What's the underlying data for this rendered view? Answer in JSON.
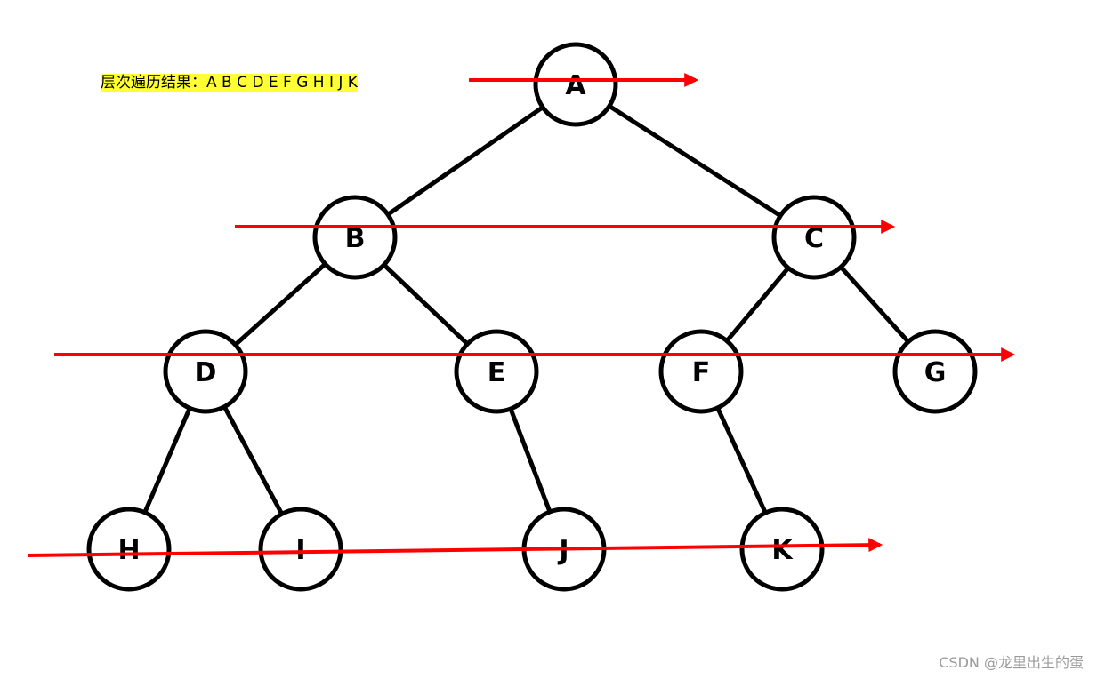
{
  "caption": {
    "label": "层次遍历结果：",
    "sequence": "A B C D E F G H I J K",
    "highlight_color": "#ffff33"
  },
  "tree": {
    "nodes": [
      {
        "id": "A",
        "label": "A"
      },
      {
        "id": "B",
        "label": "B"
      },
      {
        "id": "C",
        "label": "C"
      },
      {
        "id": "D",
        "label": "D"
      },
      {
        "id": "E",
        "label": "E"
      },
      {
        "id": "F",
        "label": "F"
      },
      {
        "id": "G",
        "label": "G"
      },
      {
        "id": "H",
        "label": "H"
      },
      {
        "id": "I",
        "label": "I"
      },
      {
        "id": "J",
        "label": "J"
      },
      {
        "id": "K",
        "label": "K"
      }
    ],
    "edges": [
      [
        "A",
        "B"
      ],
      [
        "A",
        "C"
      ],
      [
        "B",
        "D"
      ],
      [
        "B",
        "E"
      ],
      [
        "C",
        "F"
      ],
      [
        "C",
        "G"
      ],
      [
        "D",
        "H"
      ],
      [
        "D",
        "I"
      ],
      [
        "E",
        "J"
      ],
      [
        "F",
        "K"
      ]
    ],
    "node_stroke_color": "#000000",
    "arrow_color": "#ff0000"
  },
  "watermark": "CSDN @龙里出生的蛋"
}
